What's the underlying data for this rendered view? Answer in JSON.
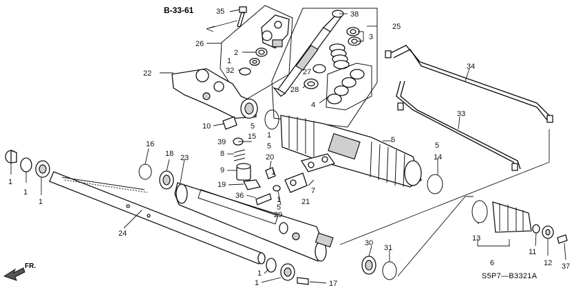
{
  "diagram": {
    "reference": "B-33-61",
    "catalog_code": "S5P7—B3321A",
    "direction_label": "FR.",
    "callouts": {
      "c1a": "1",
      "c1b": "1",
      "c1c": "1",
      "c1d": "1",
      "c1e": "1",
      "c1f": "1",
      "c1g": "1",
      "c1h": "1",
      "c2": "2",
      "c3": "3",
      "c4": "4",
      "c5a": "5",
      "c5b": "5",
      "c5c": "5",
      "c5d": "5",
      "c5e": "5",
      "c6": "6",
      "c7": "7",
      "c8": "8",
      "c9": "9",
      "c10": "10",
      "c11": "11",
      "c12": "12",
      "c13": "13",
      "c14": "14",
      "c15": "15",
      "c16": "16",
      "c17": "17",
      "c18": "18",
      "c19": "19",
      "c20": "20",
      "c21": "21",
      "c22": "22",
      "c23": "23",
      "c24": "24",
      "c25": "25",
      "c26": "26",
      "c27": "27",
      "c28": "28",
      "c29": "29",
      "c30": "30",
      "c31": "31",
      "c32": "32",
      "c33": "33",
      "c34": "34",
      "c35": "35",
      "c36": "36",
      "c37": "37",
      "c38": "38",
      "c39": "39"
    }
  }
}
